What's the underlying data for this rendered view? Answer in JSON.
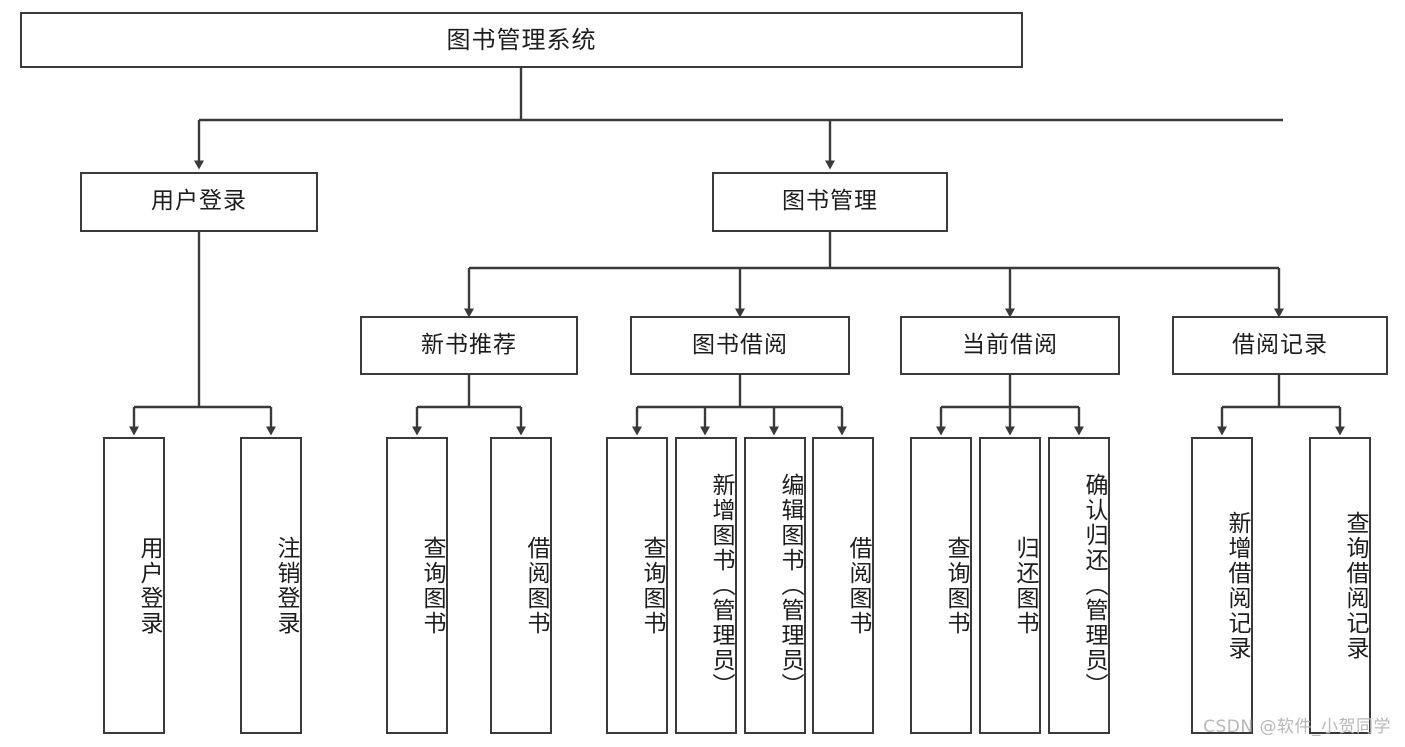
{
  "diagram": {
    "type": "tree",
    "title": "图书管理系统",
    "colors": {
      "box_border": "#3a3a3a",
      "box_fill": "#ffffff",
      "edge": "#3a3a3a",
      "text": "#1d1d1d",
      "watermark": "#b8b8b8",
      "background": "#ffffff"
    },
    "root": {
      "label": "图书管理系统"
    },
    "level1": [
      {
        "label": "用户登录"
      },
      {
        "label": "图书管理"
      }
    ],
    "level2": [
      {
        "label": "新书推荐"
      },
      {
        "label": "图书借阅"
      },
      {
        "label": "当前借阅"
      },
      {
        "label": "借阅记录"
      }
    ],
    "leaves": {
      "user_login": [
        {
          "label": "用户登录"
        },
        {
          "label": "注销登录"
        }
      ],
      "new_book": [
        {
          "label": "查询图书"
        },
        {
          "label": "借阅图书"
        }
      ],
      "book_borrow": [
        {
          "label": "查询图书"
        },
        {
          "label": "新增图书（管理员）"
        },
        {
          "label": "编辑图书（管理员）"
        },
        {
          "label": "借阅图书"
        }
      ],
      "current_borrow": [
        {
          "label": "查询图书"
        },
        {
          "label": "归还图书"
        },
        {
          "label": "确认归还（管理员）"
        }
      ],
      "borrow_record": [
        {
          "label": "新增借阅记录"
        },
        {
          "label": "查询借阅记录"
        }
      ]
    }
  },
  "watermark": {
    "text": "CSDN @软件_小贺同学"
  }
}
